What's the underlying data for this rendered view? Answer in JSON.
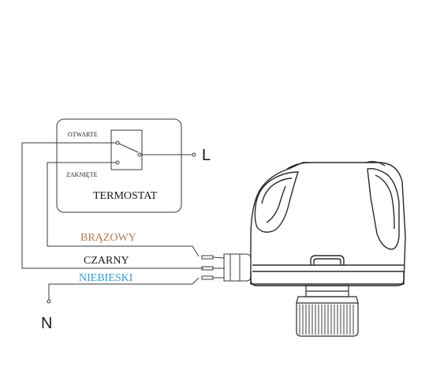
{
  "thermostat": {
    "title": "TERMOSTAT",
    "contact_open": "OTWARTE",
    "contact_closed": "ZAKNIĘTE"
  },
  "terminals": {
    "live": "L",
    "neutral": "N"
  },
  "wires": {
    "brown": {
      "label": "BRĄZOWY",
      "color": "#b07a55"
    },
    "black": {
      "label": "CZARNY",
      "color": "#1a1a1a"
    },
    "blue": {
      "label": "NIEBIESKI",
      "color": "#2e9ccf"
    }
  },
  "colors": {
    "line": "#3a3a3a",
    "text": "#1a1a1a"
  }
}
